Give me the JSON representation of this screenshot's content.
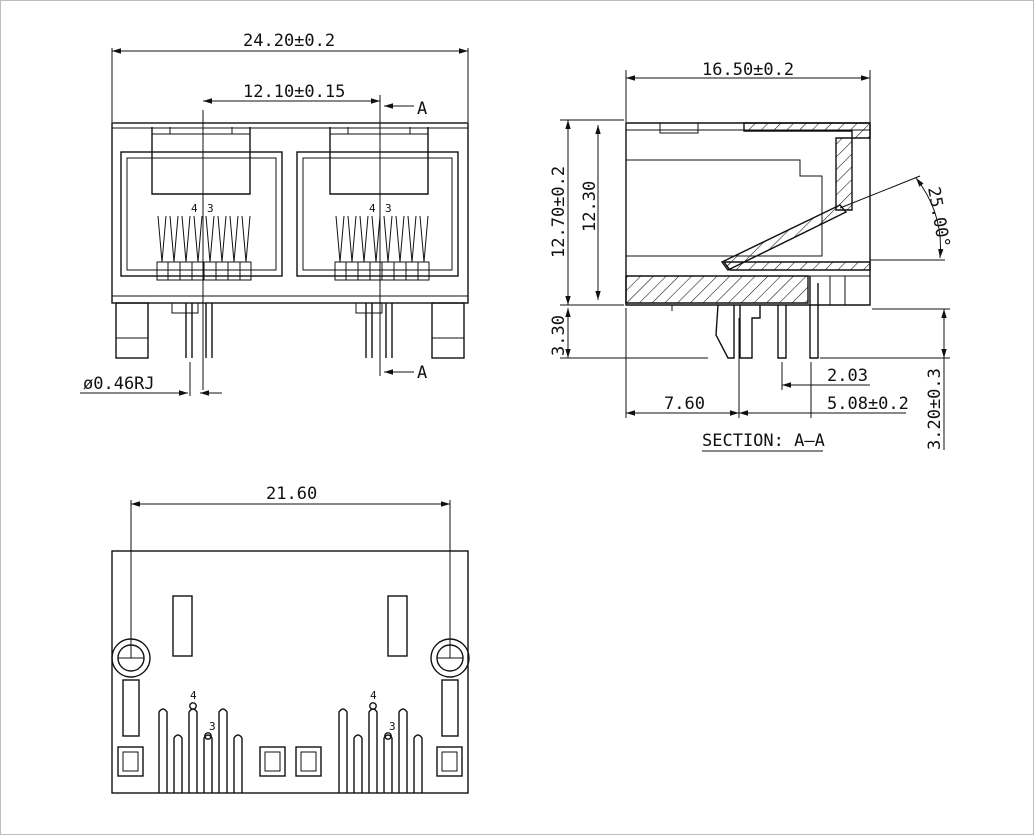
{
  "dimensions": {
    "front_width": "24.20±0.2",
    "port_pitch": "12.10±0.15",
    "section_marker_top": "A",
    "section_marker_bottom": "A",
    "pin_diameter": "ø0.46RJ",
    "side_depth": "16.50±0.2",
    "side_height_total": "12.70±0.2",
    "side_height_inner": "12.30",
    "angle": "25.00°",
    "pin_length": "3.30",
    "pin_offset": "7.60",
    "pin_pitch_small": "2.03",
    "pin_pitch_large": "5.08±0.2",
    "tail_height": "3.20±0.3",
    "bottom_width": "21.60"
  },
  "labels": {
    "section_title": "SECTION: A–A",
    "pin_4": "4",
    "pin_3": "3"
  }
}
